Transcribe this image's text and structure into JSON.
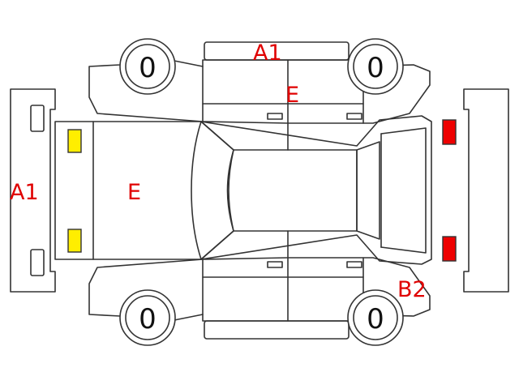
{
  "labels": {
    "front_bumper": "A1",
    "roof": "E",
    "hood": "E",
    "left_bumper": "A1",
    "rear_corner": "B2"
  },
  "wheels": {
    "top_left": "0",
    "top_right": "0",
    "bottom_left": "0",
    "bottom_right": "0"
  },
  "colors": {
    "mark_text": "#e00000",
    "front_lamp": "#ffee00",
    "rear_lamp": "#ee0000",
    "outline": "#333333"
  }
}
